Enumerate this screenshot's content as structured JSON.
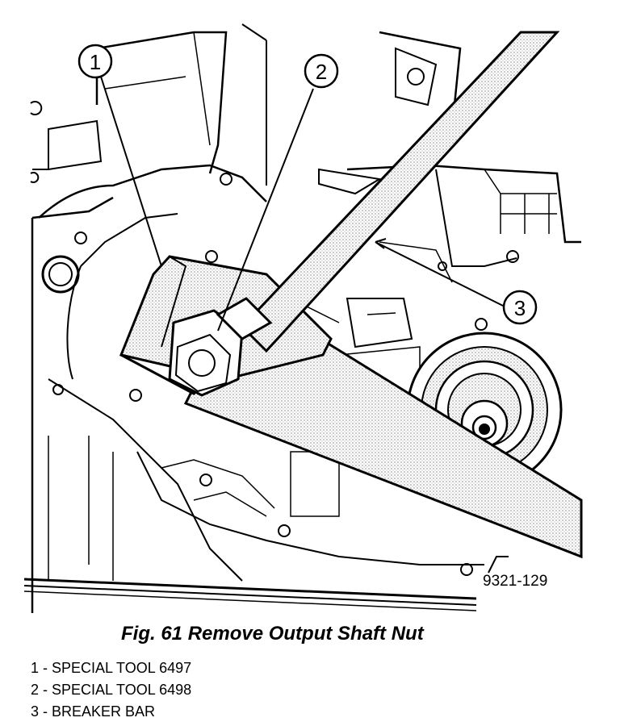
{
  "figure": {
    "caption": "Fig. 61 Remove Output Shaft Nut",
    "code": "9321-129",
    "callouts": [
      {
        "num": "1"
      },
      {
        "num": "2"
      },
      {
        "num": "3"
      }
    ],
    "legend": [
      {
        "text": "1 - SPECIAL TOOL 6497"
      },
      {
        "text": "2 - SPECIAL TOOL 6498"
      },
      {
        "text": "3 - BREAKER BAR"
      }
    ]
  }
}
